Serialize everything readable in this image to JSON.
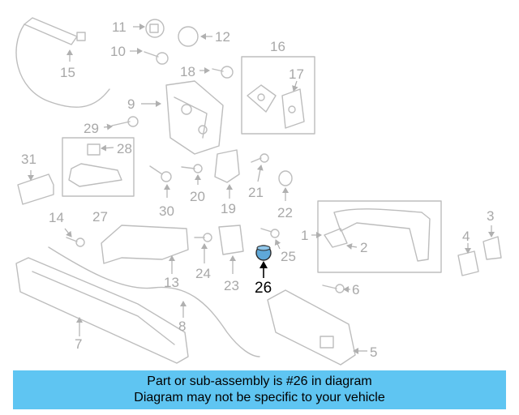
{
  "diagram": {
    "callouts": [
      "1",
      "2",
      "3",
      "4",
      "5",
      "6",
      "7",
      "8",
      "9",
      "10",
      "11",
      "12",
      "13",
      "14",
      "15",
      "16",
      "17",
      "18",
      "20",
      "21",
      "22",
      "23",
      "24",
      "25",
      "26",
      "27",
      "28",
      "29",
      "30",
      "31",
      "19"
    ],
    "highlighted_callout": "26",
    "highlight_color": "#5fa8d8"
  },
  "banner": {
    "line1": "Part or sub-assembly is #26 in diagram",
    "line2": "Diagram may not be specific to your vehicle",
    "background": "#5fc5f2"
  }
}
